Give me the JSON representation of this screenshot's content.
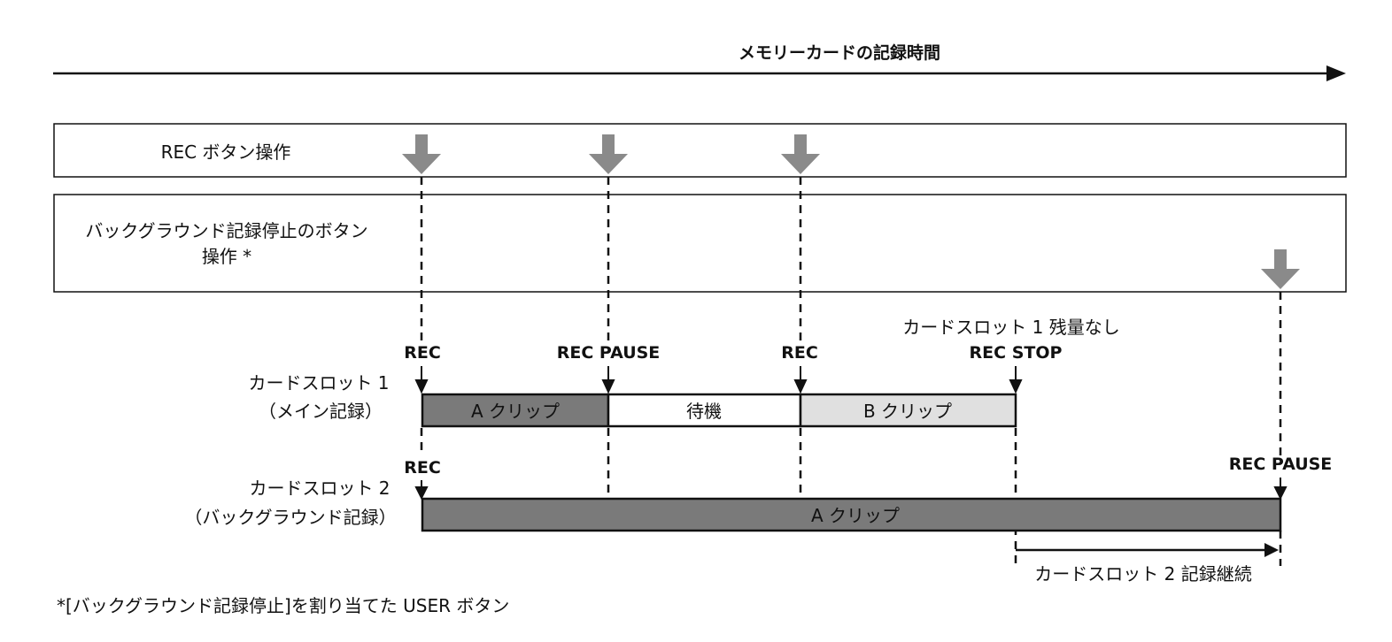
{
  "colors": {
    "line": "#111111",
    "press_arrow": "#8a8a8a",
    "clip_a": "#7a7a7a",
    "clip_b": "#e0e0e0",
    "standby": "#ffffff"
  },
  "timeline": {
    "label": "メモリーカードの記録時間"
  },
  "rows": {
    "rec_button": {
      "label": "REC ボタン操作"
    },
    "bg_stop_button": {
      "label_line1": "バックグラウンド記録停止のボタン",
      "label_line2": "操作 *"
    }
  },
  "slot1": {
    "label_line1": "カードスロット 1",
    "label_line2": "（メイン記録）",
    "segments": [
      {
        "label": "A クリップ",
        "kind": "clip_a"
      },
      {
        "label": "待機",
        "kind": "standby"
      },
      {
        "label": "B クリップ",
        "kind": "clip_b"
      }
    ],
    "events": {
      "rec1": "REC",
      "pause": "REC PAUSE",
      "rec2": "REC",
      "empty": "カードスロット 1 残量なし",
      "stop": "REC STOP"
    }
  },
  "slot2": {
    "label_line1": "カードスロット 2",
    "label_line2": "（バックグラウンド記録）",
    "segments": [
      {
        "label": "A クリップ",
        "kind": "clip_a"
      }
    ],
    "events": {
      "rec": "REC",
      "pause": "REC PAUSE"
    },
    "continue_label": "カードスロット 2 記録継続"
  },
  "footnote": "*[バックグラウンド記録停止]を割り当てた USER ボタン"
}
